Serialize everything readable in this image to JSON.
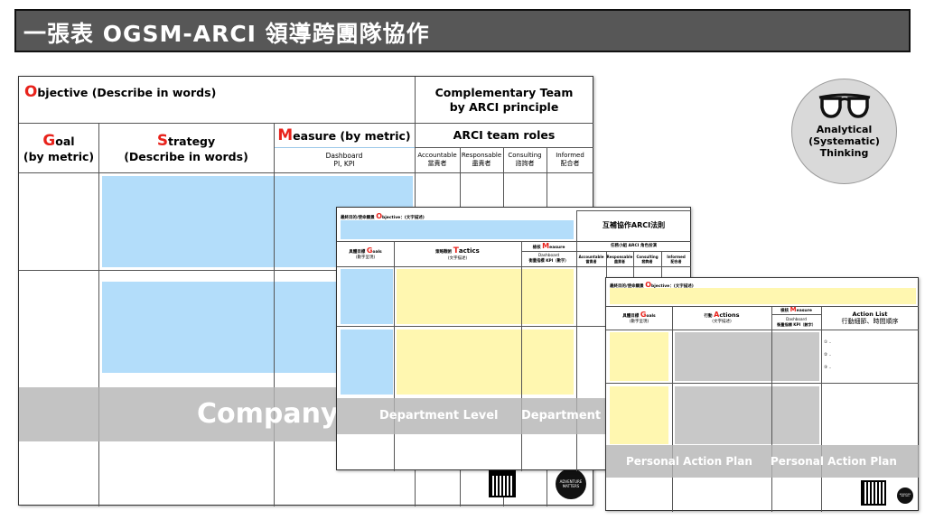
{
  "title": "一張表 OGSM-ARCI 領導跨團隊協作",
  "company": {
    "objective_letter": "O",
    "objective_rest": "bjective (Describe in words)",
    "team_line1": "Complementary Team",
    "team_line2": "by ARCI principle",
    "goal_letter": "G",
    "goal_rest": "oal",
    "goal_sub": "(by metric)",
    "strategy_letter": "S",
    "strategy_rest": "trategy",
    "strategy_sub": "(Describe in words)",
    "measure_letter": "M",
    "measure_rest": "easure (by metric)",
    "dashboard": "Dashboard",
    "kpi": "PI, KPI",
    "arci_title": "ARCI  team roles",
    "roles": [
      {
        "en": "Accountable",
        "zh": "當責者"
      },
      {
        "en": "Responsable",
        "zh": "盡責者"
      },
      {
        "en": "Consulting",
        "zh": "諮詢者"
      },
      {
        "en": "Informed",
        "zh": "配合者"
      }
    ],
    "band": "Company"
  },
  "department": {
    "objective_prefix": "最終目的/使命願景 ",
    "objective_letter": "O",
    "objective_rest": "bjective：(文字描述)",
    "arci_title": "互補協作ARCI法則",
    "goal_prefix": "具體目標 ",
    "goal_letter": "G",
    "goal_rest": "oals",
    "goal_sub": "(數字呈現)",
    "tactics_prefix": "策略戰術 ",
    "tactics_letter": "T",
    "tactics_rest": "actics",
    "tactics_sub": "(文字描述)",
    "measure_prefix": "檢核 ",
    "measure_letter": "M",
    "measure_rest": "easure",
    "dashboard": "Dashboard",
    "kpi": "衡量指標 KPI（數字）",
    "arci_sub": "任務小組 ARCI 角色扮演",
    "roles": [
      {
        "en": "Accountable",
        "zh": "當責者"
      },
      {
        "en": "Responsable",
        "zh": "盡責者"
      },
      {
        "en": "Consulting",
        "zh": "諮詢者"
      },
      {
        "en": "Informed",
        "zh": "配合者"
      }
    ],
    "band1": "Department Level",
    "band2": "Department"
  },
  "personal": {
    "objective_prefix": "最終目的/使命願景 ",
    "objective_letter": "O",
    "objective_rest": "bjective：(文字描述)",
    "goal_prefix": "具體目標 ",
    "goal_letter": "G",
    "goal_rest": "oals",
    "goal_sub": "(數字呈現)",
    "actions_prefix": "行動 ",
    "actions_letter": "A",
    "actions_rest": "ctions",
    "actions_sub": "(文字描述)",
    "measure_prefix": "檢核 ",
    "measure_letter": "M",
    "measure_rest": "easure",
    "dashboard": "Dashboard",
    "kpi": "衡量指標 KPI（數字）",
    "action_list_title": "Action List",
    "action_list_sub": "行動細節、時間順序",
    "items": [
      "① ..",
      "② ..",
      "③ .."
    ],
    "band1": "Personal Action Plan",
    "band2": "Personal Action Plan"
  },
  "badge": {
    "line1": "Analytical",
    "line2": "(Systematic)",
    "line3": "Thinking",
    "icon": "glasses-icon"
  },
  "logo_text": "ADVENTURE MATTERS"
}
